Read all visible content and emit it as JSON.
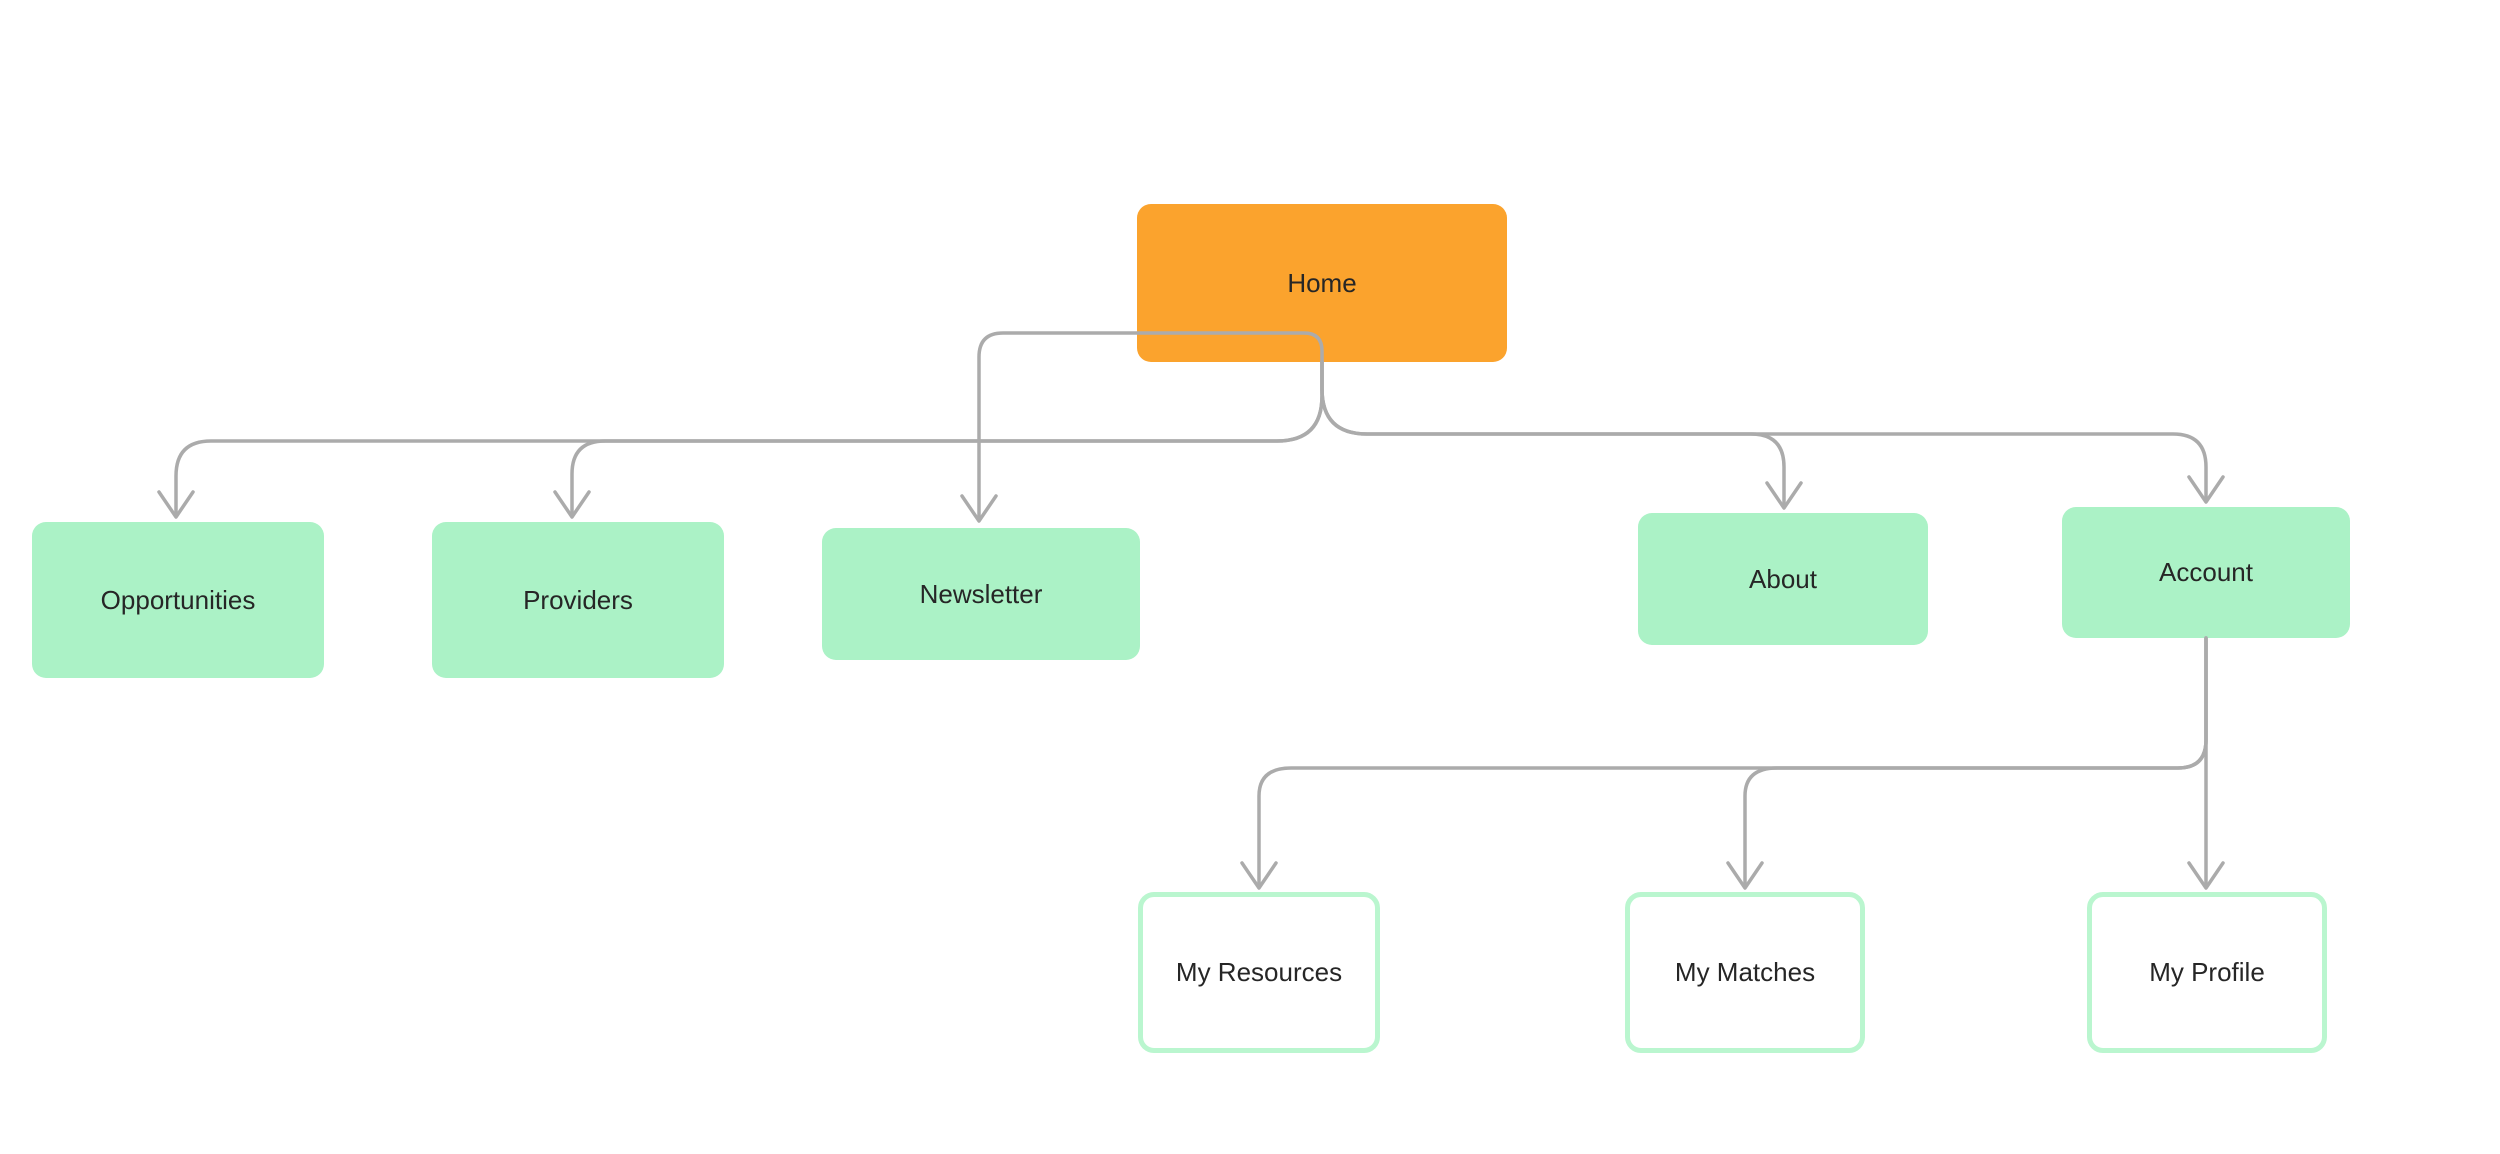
{
  "colors": {
    "root_fill": "#FBA32D",
    "section_fill": "#ABF2C6",
    "leaf_fill": "#FFFFFF",
    "leaf_border": "#BAF6CF",
    "connector": "#ABABAB",
    "text": "#262626"
  },
  "nodes": {
    "home": {
      "label": "Home"
    },
    "opportunities": {
      "label": "Opportunities"
    },
    "providers": {
      "label": "Providers"
    },
    "newsletter": {
      "label": "Newsletter"
    },
    "about": {
      "label": "About"
    },
    "account": {
      "label": "Account"
    },
    "my_resources": {
      "label": "My Resources"
    },
    "my_matches": {
      "label": "My Matches"
    },
    "my_profile": {
      "label": "My Profile"
    }
  },
  "edges": [
    {
      "from": "Home",
      "to": "Opportunities"
    },
    {
      "from": "Home",
      "to": "Providers"
    },
    {
      "from": "Home",
      "to": "Newsletter"
    },
    {
      "from": "Home",
      "to": "About"
    },
    {
      "from": "Home",
      "to": "Account"
    },
    {
      "from": "Account",
      "to": "My Resources"
    },
    {
      "from": "Account",
      "to": "My Matches"
    },
    {
      "from": "Account",
      "to": "My Profile"
    }
  ]
}
